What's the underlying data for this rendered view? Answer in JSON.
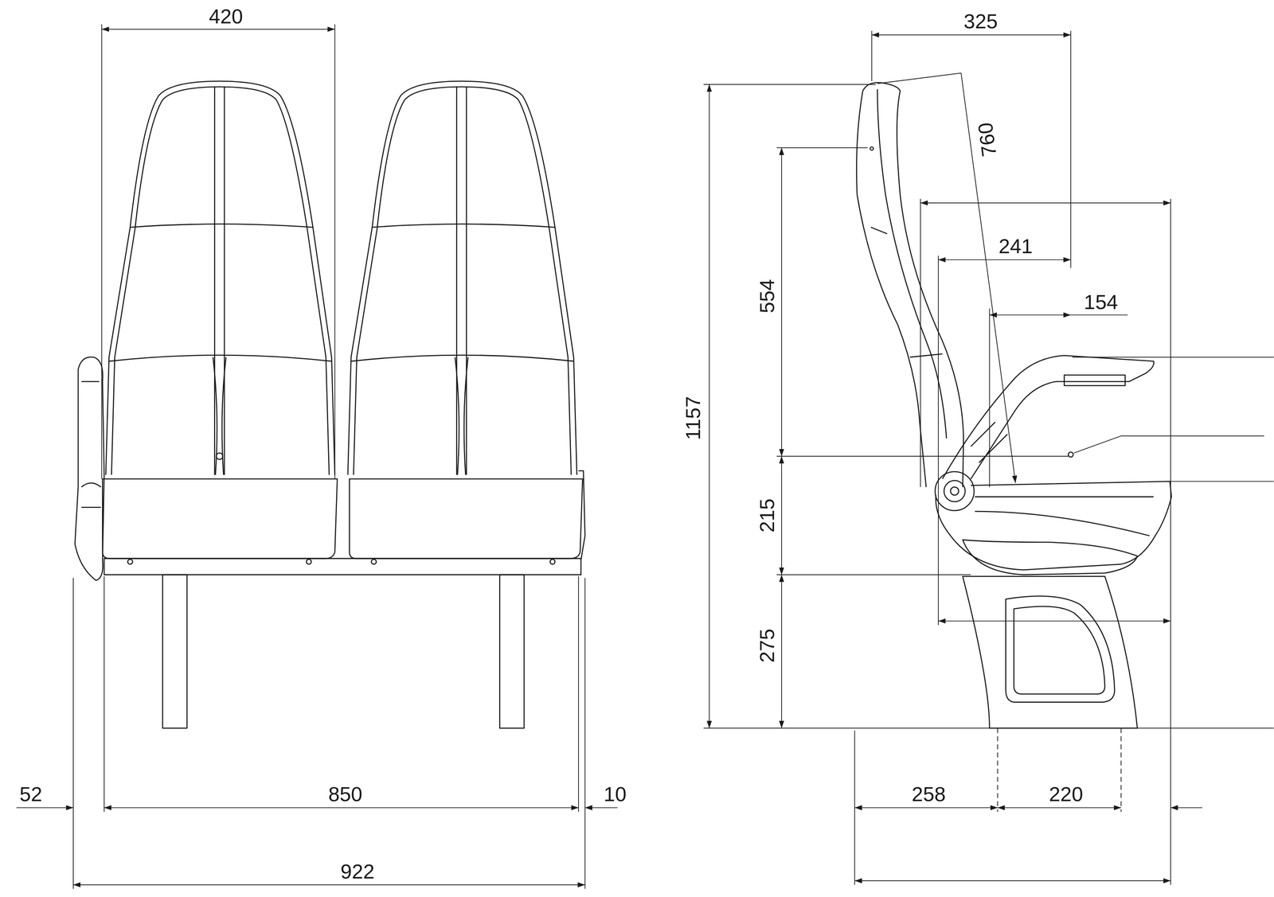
{
  "diagram": {
    "labels": [
      "420",
      "325",
      "760",
      "241",
      "154",
      "554",
      "1157",
      "215",
      "275",
      "52",
      "850",
      "10",
      "922",
      "258",
      "220"
    ]
  }
}
